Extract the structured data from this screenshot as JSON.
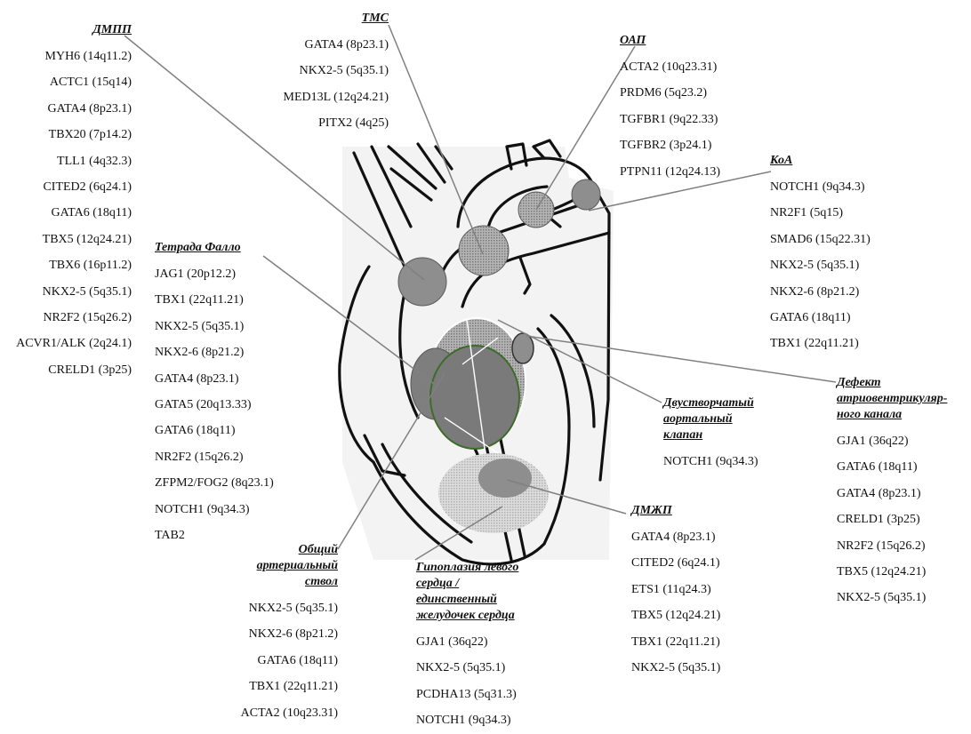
{
  "groups": {
    "dmpp": {
      "title": [
        "ДМПП"
      ],
      "genes": [
        "MYH6 (14q11.2)",
        "ACTC1 (15q14)",
        "GATA4 (8p23.1)",
        "TBX20 (7p14.2)",
        "TLL1 (4q32.3)",
        "CITED2 (6q24.1)",
        "GATA6 (18q11)",
        "TBX5 (12q24.21)",
        "TBX6 (16p11.2)",
        "NKX2-5 (5q35.1)",
        "NR2F2 (15q26.2)",
        "ACVR1/ALK (2q24.1)",
        "CRELD1 (3p25)"
      ]
    },
    "tms": {
      "title": [
        "ТМС"
      ],
      "genes": [
        "GATA4 (8p23.1)",
        "NKX2-5 (5q35.1)",
        "MED13L (12q24.21)",
        "PITX2 (4q25)"
      ]
    },
    "oap": {
      "title": [
        "ОАП"
      ],
      "genes": [
        "ACTA2 (10q23.31)",
        "PRDM6 (5q23.2)",
        "TGFBR1 (9q22.33)",
        "TGFBR2 (3p24.1)",
        "PTPN11 (12q24.13)"
      ]
    },
    "koa": {
      "title": [
        "КоА"
      ],
      "genes": [
        "NOTCH1 (9q34.3)",
        "NR2F1 (5q15)",
        "SMAD6 (15q22.31)",
        "NKX2-5 (5q35.1)",
        "NKX2-6 (8p21.2)",
        "GATA6 (18q11)",
        "TBX1 (22q11.21)"
      ]
    },
    "tof": {
      "title": [
        "Тетрада Фалло"
      ],
      "genes": [
        "JAG1 (20p12.2)",
        "TBX1 (22q11.21)",
        "NKX2-5 (5q35.1)",
        "NKX2-6 (8p21.2)",
        "GATA4 (8p23.1)",
        "GATA5 (20q13.33)",
        "GATA6 (18q11)",
        "NR2F2 (15q26.2)",
        "ZFPM2/FOG2 (8q23.1)",
        "NOTCH1 (9q34.3)",
        "TAB2"
      ]
    },
    "bav": {
      "title": [
        "Двустворчатый",
        "аортальный",
        "клапан"
      ],
      "genes": [
        "NOTCH1 (9q34.3)"
      ]
    },
    "avsd": {
      "title": [
        "Дефект",
        "атриовентрикуляр-",
        "ного канала"
      ],
      "genes": [
        "GJA1 (36q22)",
        "GATA6 (18q11)",
        "GATA4 (8p23.1)",
        "CRELD1 (3p25)",
        "NR2F2 (15q26.2)",
        "TBX5 (12q24.21)",
        "NKX2-5 (5q35.1)"
      ]
    },
    "vsd": {
      "title": [
        "ДМЖП"
      ],
      "genes": [
        "GATA4 (8p23.1)",
        "CITED2 (6q24.1)",
        "ETS1 (11q24.3)",
        "TBX5 (12q24.21)",
        "TBX1 (22q11.21)",
        "NKX2-5 (5q35.1)"
      ]
    },
    "ta": {
      "title": [
        "Общий",
        "артериальный",
        "ствол"
      ],
      "genes": [
        "NKX2-5 (5q35.1)",
        "NKX2-6 (8p21.2)",
        "GATA6 (18q11)",
        "TBX1 (22q11.21)",
        "ACTA2 (10q23.31)"
      ]
    },
    "hlhs": {
      "title": [
        "Гипоплазия левого",
        "сердца /",
        "единственный",
        "желудочек сердца"
      ],
      "genes": [
        "GJA1 (36q22)",
        "NKX2-5 (5q35.1)",
        "PCDHA13 (5q31.3)",
        "NOTCH1 (9q34.3)"
      ]
    }
  },
  "colors": {
    "outline": "#111111",
    "leader": "#808080",
    "lesion": "#8c8c8c",
    "lesion_light": "#c8c8c8",
    "rim_green": "#3f6b2a"
  }
}
